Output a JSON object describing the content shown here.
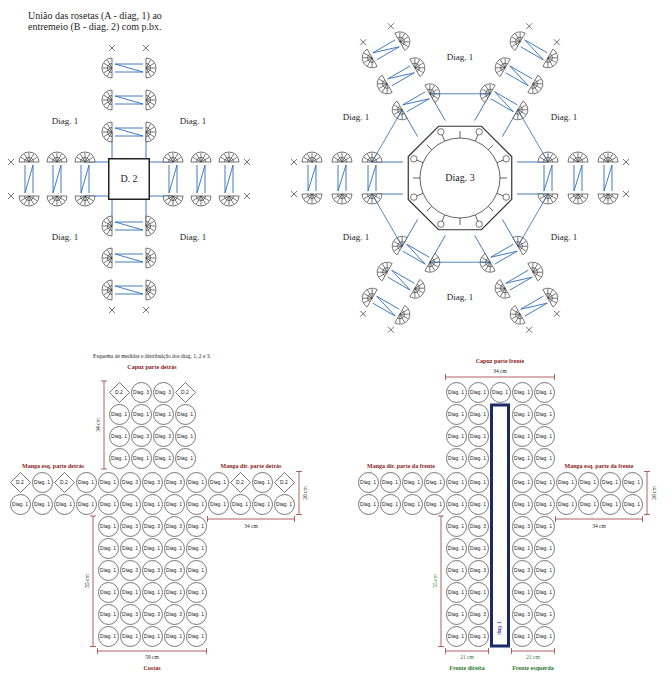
{
  "diagram": {
    "nodes": [
      {
        "text": [
          "D. 2"
        ]
      },
      {
        "text": [
          "Diag. 3"
        ]
      },
      {
        "text": [
          "D.2"
        ]
      },
      {
        "text": [
          "Diag. 3"
        ]
      },
      {
        "text": [
          "Diag. 3"
        ]
      },
      {
        "text": [
          "D.2"
        ]
      },
      {
        "text": [
          "Diag. 1"
        ]
      },
      {
        "text": [
          "Diag. 1"
        ]
      },
      {
        "text": [
          "Diag. 1"
        ]
      },
      {
        "text": [
          "Diag. 1"
        ]
      },
      {
        "text": [
          "Diag. 1"
        ]
      },
      {
        "text": [
          "Diag. 3"
        ]
      },
      {
        "text": [
          "Diag. 3"
        ]
      },
      {
        "text": [
          "Diag. 1"
        ]
      },
      {
        "text": [
          "Diag. 1"
        ]
      },
      {
        "text": [
          "Diag. 1"
        ]
      },
      {
        "text": [
          "Diag. 1"
        ]
      },
      {
        "text": [
          "Diag. 1"
        ]
      },
      {
        "text": [
          "D.2"
        ]
      },
      {
        "text": [
          "Diag. 1"
        ]
      },
      {
        "text": [
          "D.2"
        ]
      },
      {
        "text": [
          "Diag. 1"
        ]
      },
      {
        "text": [
          "Diag. 1"
        ]
      },
      {
        "text": [
          "Diag. 3"
        ]
      },
      {
        "text": [
          "Diag. 3"
        ]
      },
      {
        "text": [
          "Diag. 3"
        ]
      },
      {
        "text": [
          "Diag. 1"
        ]
      },
      {
        "text": [
          "Diag. 1"
        ]
      },
      {
        "text": [
          "D.2"
        ]
      },
      {
        "text": [
          "Diag. 1"
        ]
      },
      {
        "text": [
          "D.2"
        ]
      },
      {
        "text": [
          "Diag. 1"
        ]
      },
      {
        "text": [
          "Diag. 1"
        ]
      },
      {
        "text": [
          "Diag. 1"
        ]
      },
      {
        "text": [
          "Diag. 1"
        ]
      },
      {
        "text": [
          "Diag. 1"
        ]
      },
      {
        "text": [
          "Diag. 1"
        ]
      },
      {
        "text": [
          "Diag. 1"
        ]
      },
      {
        "text": [
          "Diag. 1"
        ]
      },
      {
        "text": [
          "Diag. 1"
        ]
      },
      {
        "text": [
          "Diag. 1"
        ]
      },
      {
        "text": [
          "Diag. 1"
        ]
      },
      {
        "text": [
          "Diag. 1"
        ]
      },
      {
        "text": [
          "Diag. 1"
        ]
      },
      {
        "text": [
          "Diag. 1"
        ]
      },
      {
        "text": [
          "Diag. 3"
        ]
      },
      {
        "text": [
          "Diag. 3"
        ]
      },
      {
        "text": [
          "Diag. 3"
        ]
      },
      {
        "text": [
          "Diag. 1"
        ]
      },
      {
        "text": [
          "Diag. 1"
        ]
      },
      {
        "text": [
          "Diag. 1"
        ]
      },
      {
        "text": [
          "Diag. 1"
        ]
      },
      {
        "text": [
          "Diag. 1"
        ]
      },
      {
        "text": [
          "Diag. 1"
        ]
      },
      {
        "text": [
          "Diag. 1"
        ]
      },
      {
        "text": [
          "Diag. 3"
        ]
      },
      {
        "text": [
          "Diag. 3"
        ]
      },
      {
        "text": [
          "Diag. 3"
        ]
      },
      {
        "text": [
          "Diag. 1"
        ]
      },
      {
        "text": [
          "Diag. 1"
        ]
      },
      {
        "text": [
          "Diag. 1"
        ]
      },
      {
        "text": [
          "Diag. 1"
        ]
      },
      {
        "text": [
          "Diag. 1"
        ]
      },
      {
        "text": [
          "Diag. 1"
        ]
      },
      {
        "text": [
          "Diag. 1"
        ]
      },
      {
        "text": [
          "Diag. 3"
        ]
      },
      {
        "text": [
          "Diag. 3"
        ]
      },
      {
        "text": [
          "Diag. 3"
        ]
      },
      {
        "text": [
          "Diag. 1"
        ]
      },
      {
        "text": [
          "Diag. 1"
        ]
      },
      {
        "text": [
          "Diag. 1"
        ]
      },
      {
        "text": [
          "Diag. 1"
        ]
      },
      {
        "text": [
          "Diag. 1"
        ]
      },
      {
        "text": [
          "Diag. 1"
        ]
      },
      {
        "text": [
          "Diag. 1"
        ]
      },
      {
        "text": [
          "Diag. 1"
        ]
      },
      {
        "text": [
          "Diag. 1"
        ]
      },
      {
        "text": [
          "Diag. 1"
        ]
      },
      {
        "text": [
          "Diag. 1"
        ]
      },
      {
        "text": [
          "Diag. 1"
        ]
      },
      {
        "text": [
          "Diag. 1"
        ]
      },
      {
        "text": [
          "Diag. 1"
        ]
      },
      {
        "text": [
          "Diag. 1"
        ]
      },
      {
        "text": [
          "Diag. 1"
        ]
      },
      {
        "text": [
          "Diag. 1"
        ]
      },
      {
        "text": [
          "Diag. 1"
        ]
      },
      {
        "text": [
          "Diag. 1"
        ]
      },
      {
        "text": [
          "Diag. 1"
        ]
      },
      {
        "text": [
          "Diag. 1"
        ]
      },
      {
        "text": [
          "Diag. 1"
        ]
      },
      {
        "text": [
          "Diag. 1"
        ]
      },
      {
        "text": [
          "Diag. 1"
        ]
      },
      {
        "text": [
          "Diag. 1"
        ]
      },
      {
        "text": [
          "Diag. 1"
        ]
      },
      {
        "text": [
          "Diag. 1"
        ]
      },
      {
        "text": [
          "Diag. 1"
        ]
      },
      {
        "text": [
          "Diag. 1"
        ]
      },
      {
        "text": [
          "Diag. 1"
        ]
      },
      {
        "text": [
          "Diag. 1"
        ]
      },
      {
        "text": [
          "Diag. 1"
        ]
      },
      {
        "text": [
          "Diag. 1"
        ]
      },
      {
        "text": [
          "Diag. 1"
        ]
      },
      {
        "text": [
          "Diag. 1"
        ]
      },
      {
        "text": [
          "Diag. 1"
        ]
      },
      {
        "text": [
          "Diag. 1"
        ]
      },
      {
        "text": [
          "Diag. 1"
        ]
      },
      {
        "text": [
          "Diag. 1"
        ]
      },
      {
        "text": [
          "Diag. 1"
        ]
      },
      {
        "text": [
          "Diag. 1"
        ]
      },
      {
        "text": [
          "Diag. 1"
        ]
      },
      {
        "text": [
          "Diag. 1"
        ]
      },
      {
        "text": [
          "Diag. 1"
        ]
      },
      {
        "text": [
          "Diag. 1"
        ]
      },
      {
        "text": [
          "Diag. 1"
        ]
      },
      {
        "text": [
          "Diag. 1"
        ]
      },
      {
        "text": [
          "Diag. 1"
        ]
      },
      {
        "text": [
          "Diag. 3"
        ]
      },
      {
        "text": [
          "Diag. 3"
        ]
      },
      {
        "text": [
          "Diag. 1"
        ]
      },
      {
        "text": [
          "Diag. 1"
        ]
      },
      {
        "text": [
          "Diag. 1"
        ]
      },
      {
        "text": [
          "Diag. 1"
        ]
      },
      {
        "text": [
          "Diag. 1"
        ]
      },
      {
        "text": [
          "Diag. 1"
        ]
      },
      {
        "text": [
          "Diag. 3"
        ]
      },
      {
        "text": [
          "Diag. 3"
        ]
      },
      {
        "text": [
          "Diag. 1"
        ]
      },
      {
        "text": [
          "Diag. 1"
        ]
      },
      {
        "text": [
          "Diag. 1"
        ]
      },
      {
        "text": [
          "Diag. 1"
        ]
      },
      {
        "text": [
          "Diag. 1"
        ]
      },
      {
        "text": [
          "Diag. 1"
        ]
      },
      {
        "text": [
          "Diag. 3"
        ]
      },
      {
        "text": [
          "Diag. 3"
        ]
      },
      {
        "text": [
          "Diag. 1"
        ]
      },
      {
        "text": [
          "Diag. 1"
        ]
      },
      {
        "text": [
          "Diag. 1"
        ]
      },
      {
        "text": [
          "Diag. 1"
        ]
      },
      {
        "text": [
          "Diag. 1"
        ]
      }
    ],
    "labels": [
      "União das rosetas (A - diag, 1) ao entremeio (B - diag. 2) com p.bx.",
      "Diag. 1",
      "Diag. 1",
      "Diag. 1",
      "Diag. 1",
      "Diag. 1",
      "Diag. 1",
      "Diag. 1",
      "Diag. 1",
      "Diag. 1",
      "Diag. 1",
      "Esquema de medidas e distribuição dos diag. 1, 2 e 3.",
      "Capuz parte detrás",
      "34 cm",
      "Manga esq. parte detrás",
      "Manga dir. parte detrás",
      "20 cm",
      "34 cm",
      "55 cm",
      "59 cm",
      "Costas",
      "Capuz parte frente",
      "34 cm",
      "Manga dir. parte da frente",
      "Manga esq. parte da frente",
      "20 cm",
      "34 cm",
      "55 cm",
      "21 cm",
      "Frente direita",
      "21 cm",
      "Frente esquerda",
      "diag. 1"
    ]
  }
}
